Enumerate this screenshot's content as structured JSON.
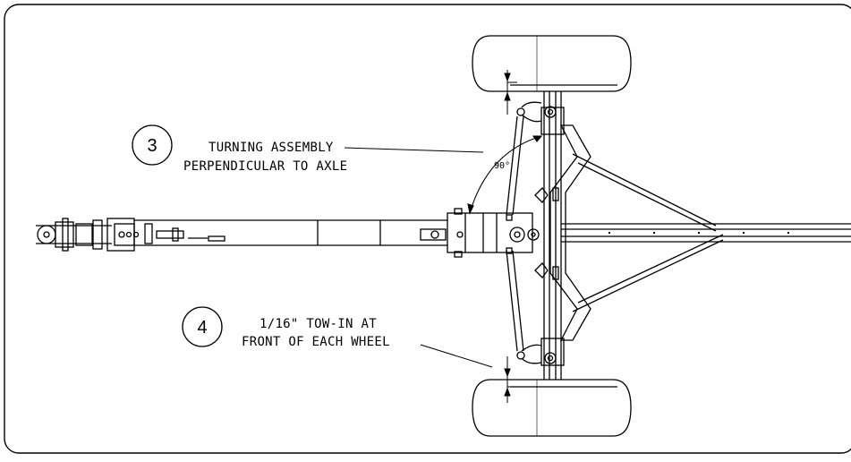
{
  "callouts": [
    {
      "number": "3",
      "lines": [
        "TURNING ASSEMBLY",
        "PERPENDICULAR TO AXLE"
      ]
    },
    {
      "number": "4",
      "lines": [
        "1/16\" TOW-IN AT",
        "FRONT OF EACH WHEEL"
      ]
    }
  ],
  "angle_label": "90°",
  "colors": {
    "line": "#000000",
    "background": "#ffffff"
  }
}
